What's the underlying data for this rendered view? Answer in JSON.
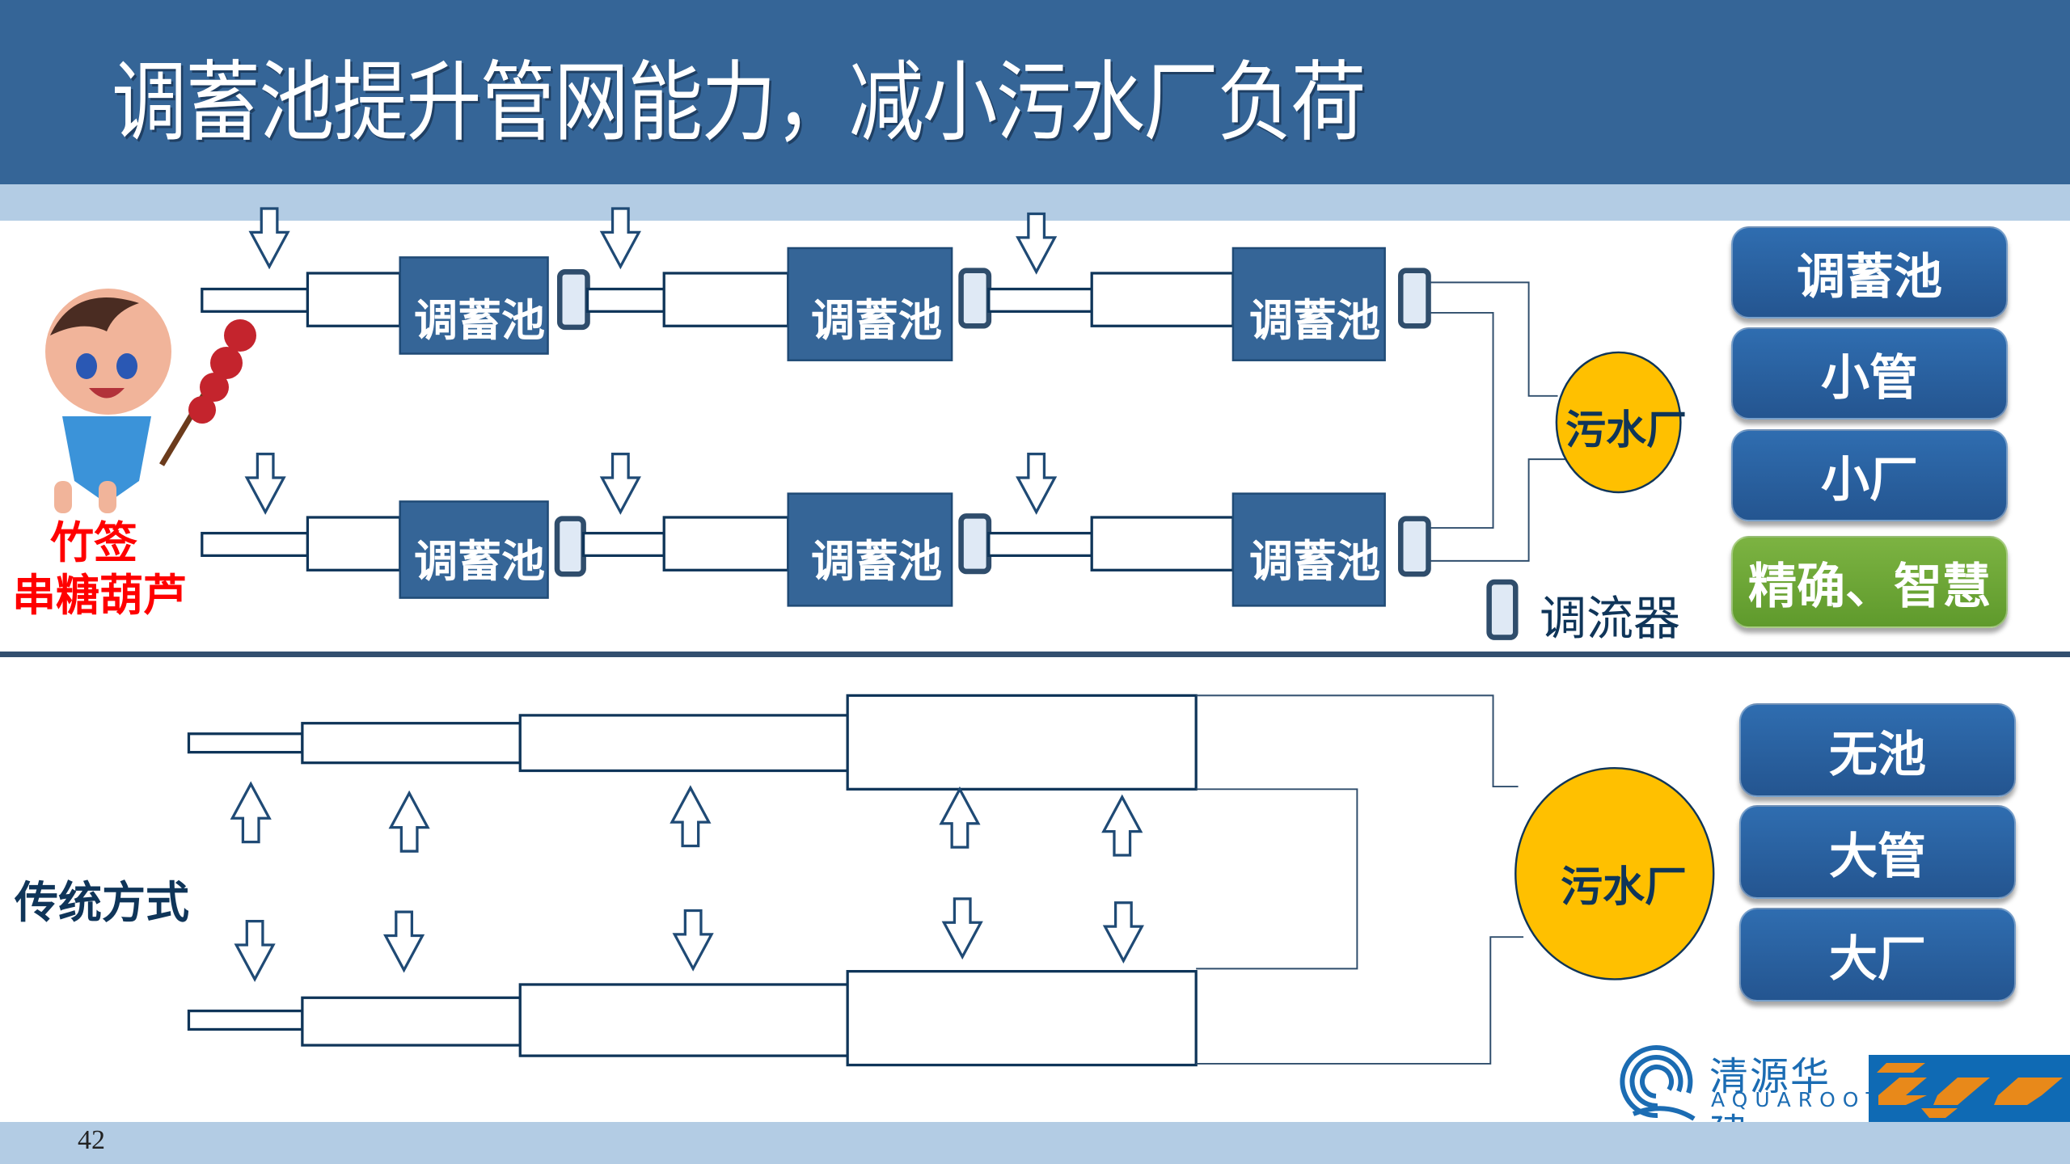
{
  "slide": {
    "title": "调蓄池提升管网能力，减小污水厂负荷",
    "page_number": "42"
  },
  "top_section": {
    "mascot_caption_line1": "竹签",
    "mascot_caption_line2": "串糖葫芦",
    "tank_label": "调蓄池",
    "plant_label": "污水厂",
    "legend_label": "调流器",
    "rows": [
      {
        "tanks": [
          "调蓄池",
          "调蓄池",
          "调蓄池"
        ]
      },
      {
        "tanks": [
          "调蓄池",
          "调蓄池",
          "调蓄池"
        ]
      }
    ],
    "feature_buttons": [
      {
        "label": "调蓄池",
        "color": "#2a62a2"
      },
      {
        "label": "小管",
        "color": "#2a62a2"
      },
      {
        "label": "小厂",
        "color": "#2a62a2"
      },
      {
        "label": "精确、智慧",
        "color": "#6fa83a"
      }
    ]
  },
  "bottom_section": {
    "label": "传统方式",
    "plant_label": "污水厂",
    "feature_buttons": [
      {
        "label": "无池",
        "color": "#2a62a2"
      },
      {
        "label": "大管",
        "color": "#2a62a2"
      },
      {
        "label": "大厂",
        "color": "#2a62a2"
      }
    ]
  },
  "logos": {
    "company_cn": "清源华建",
    "company_en": "AQUAROOT"
  },
  "colors": {
    "title_bar": "#356597",
    "accent_light": "#b3cce4",
    "tank_fill": "#356597",
    "pipe_stroke": "#0f3559",
    "plant_fill": "#ffc000",
    "caption_red": "#ff0000"
  }
}
